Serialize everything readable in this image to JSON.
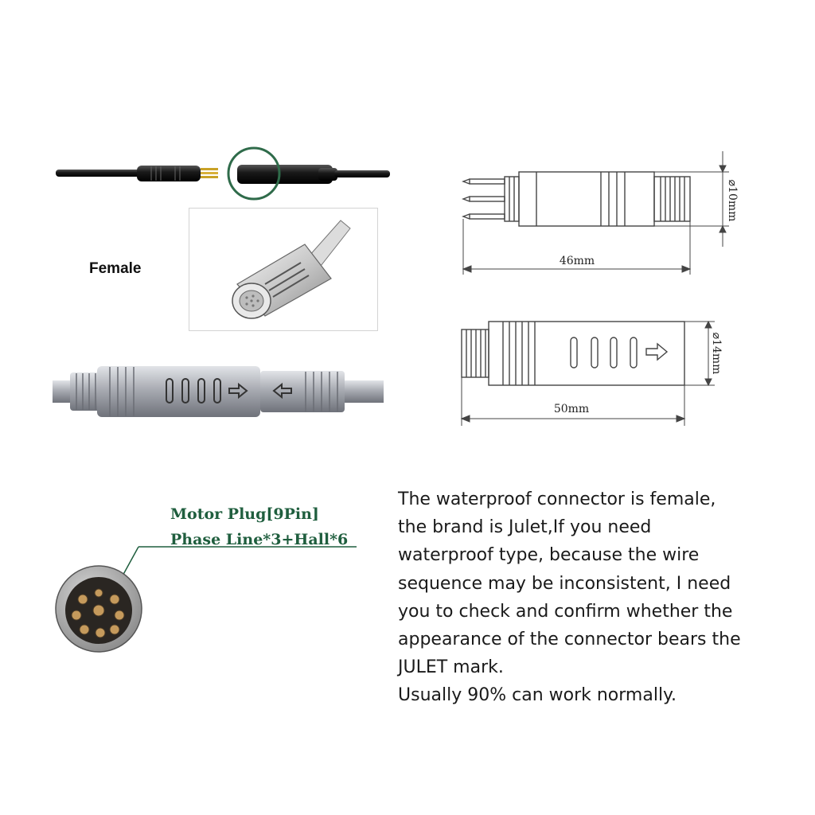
{
  "labels": {
    "female": "Female",
    "motor_plug_line1": "Motor Plug[9Pin]",
    "motor_plug_line2": "Phase Line*3+Hall*6"
  },
  "dimensions": {
    "diameter_male": "⌀10mm",
    "length_male": "46mm",
    "diameter_female": "⌀14mm",
    "length_female": "50mm"
  },
  "description": {
    "lines": [
      "The waterproof connector is female,",
      "the brand is Julet,If you need",
      "waterproof type, because the wire",
      "sequence may be inconsistent, I need",
      "you to check and confirm whether the",
      "appearance of the connector bears the",
      "JULET mark.",
      "Usually 90% can work normally."
    ]
  },
  "colors": {
    "label_green": "#1f5e3e",
    "highlight_circle": "#2f6b4a",
    "text": "#1a1a1a"
  }
}
